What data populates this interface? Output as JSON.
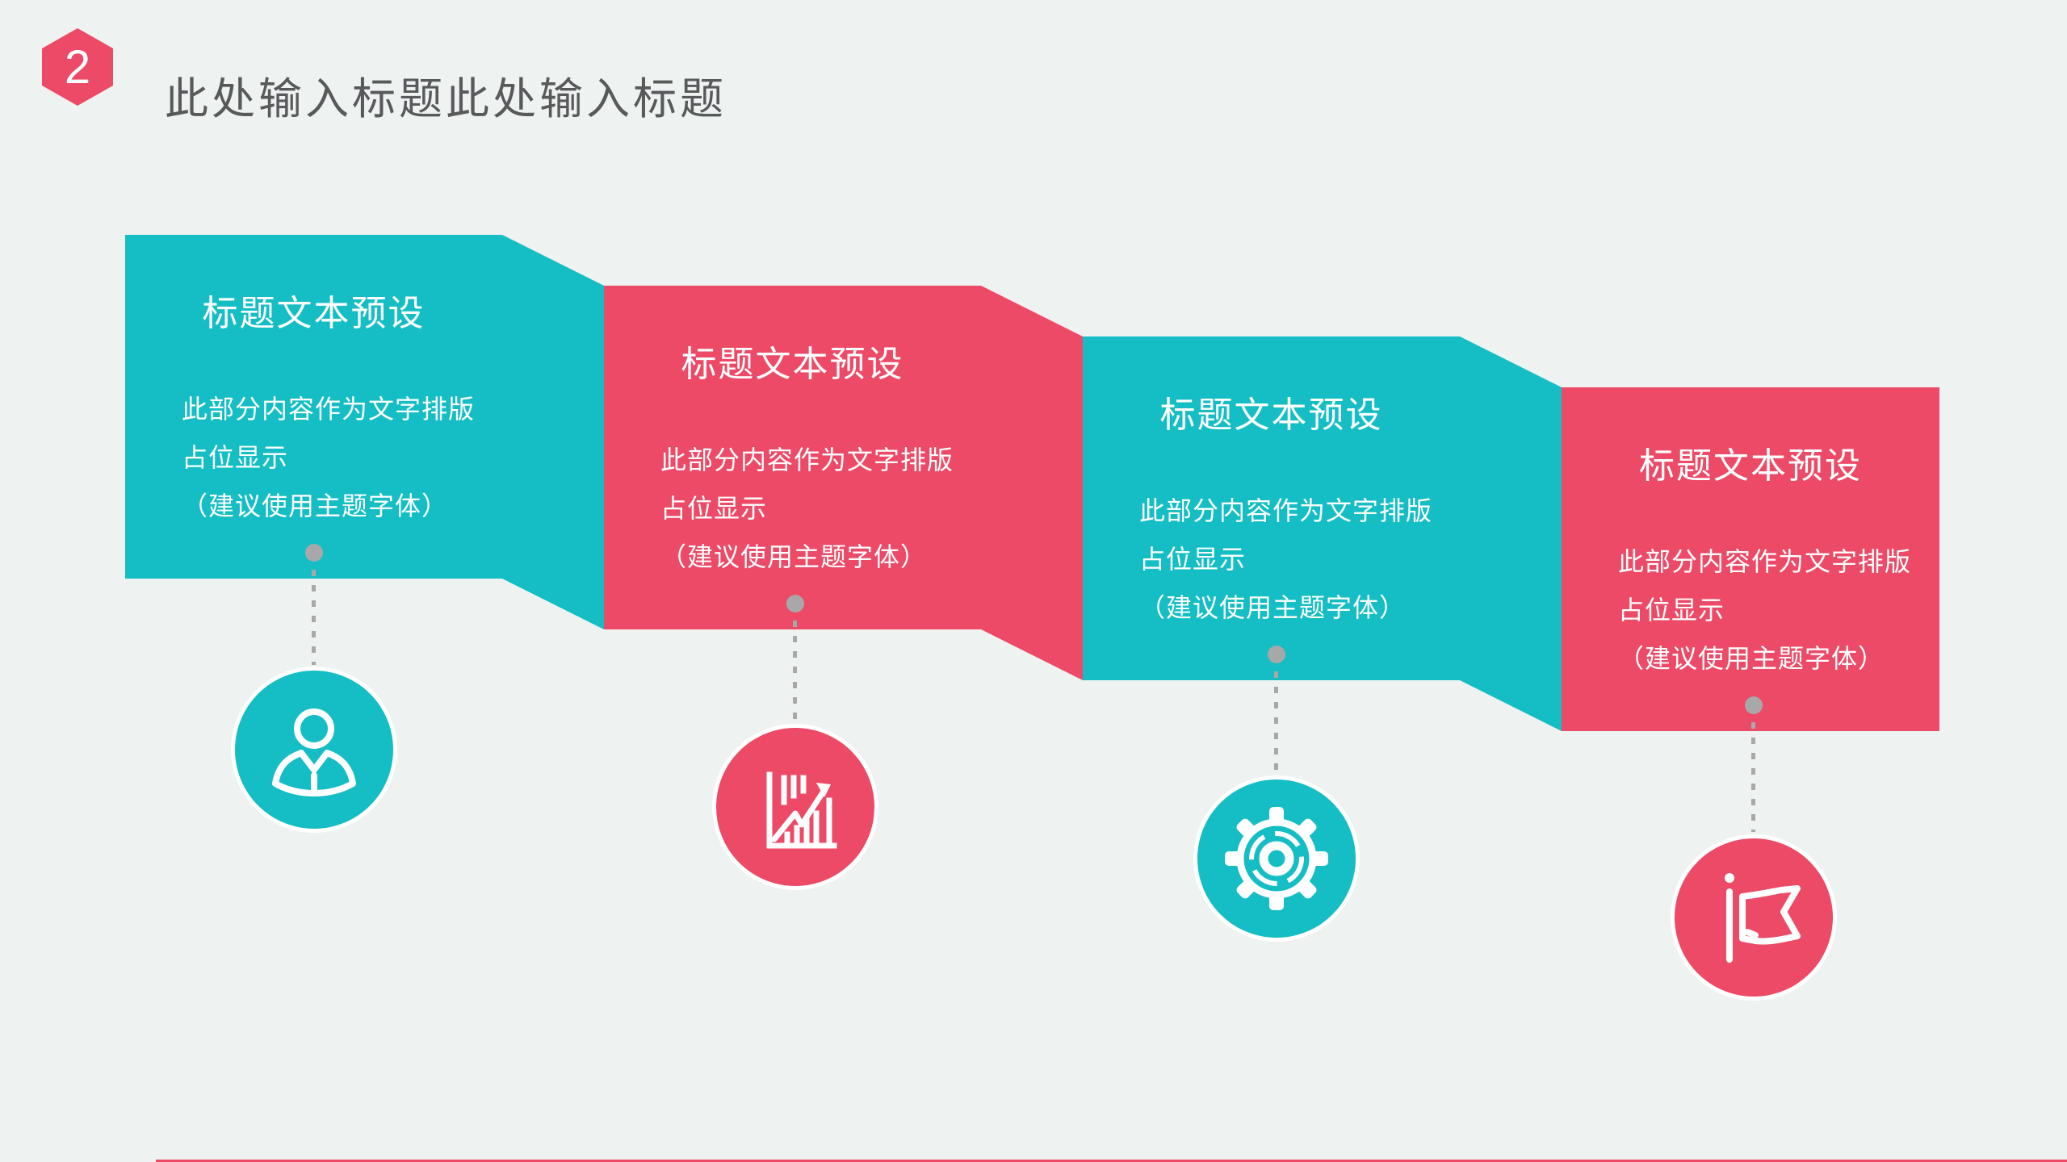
{
  "slide": {
    "background_color": "#EEF2F1"
  },
  "header": {
    "badge_number": "2",
    "badge_color": "#EC4A66",
    "title": "此处输入标题此处输入标题",
    "title_color": "#58595B"
  },
  "steps": [
    {
      "title": "标题文本预设",
      "body_lines": [
        "此部分内容作为文字排版",
        "占位显示",
        "（建议使用主题字体）"
      ],
      "color": "#14BEC4",
      "icon": "person-icon"
    },
    {
      "title": "标题文本预设",
      "body_lines": [
        "此部分内容作为文字排版",
        "占位显示",
        "（建议使用主题字体）"
      ],
      "color": "#EC4A66",
      "icon": "chart-icon"
    },
    {
      "title": "标题文本预设",
      "body_lines": [
        "此部分内容作为文字排版",
        "占位显示",
        "（建议使用主题字体）"
      ],
      "color": "#14BEC4",
      "icon": "gear-icon"
    },
    {
      "title": "标题文本预设",
      "body_lines": [
        "此部分内容作为文字排版",
        "占位显示",
        "（建议使用主题字体）"
      ],
      "color": "#EC4A66",
      "icon": "flag-icon"
    }
  ],
  "connector": {
    "color": "#A8A8A8"
  },
  "bottom_line_color": "#EC4A66"
}
